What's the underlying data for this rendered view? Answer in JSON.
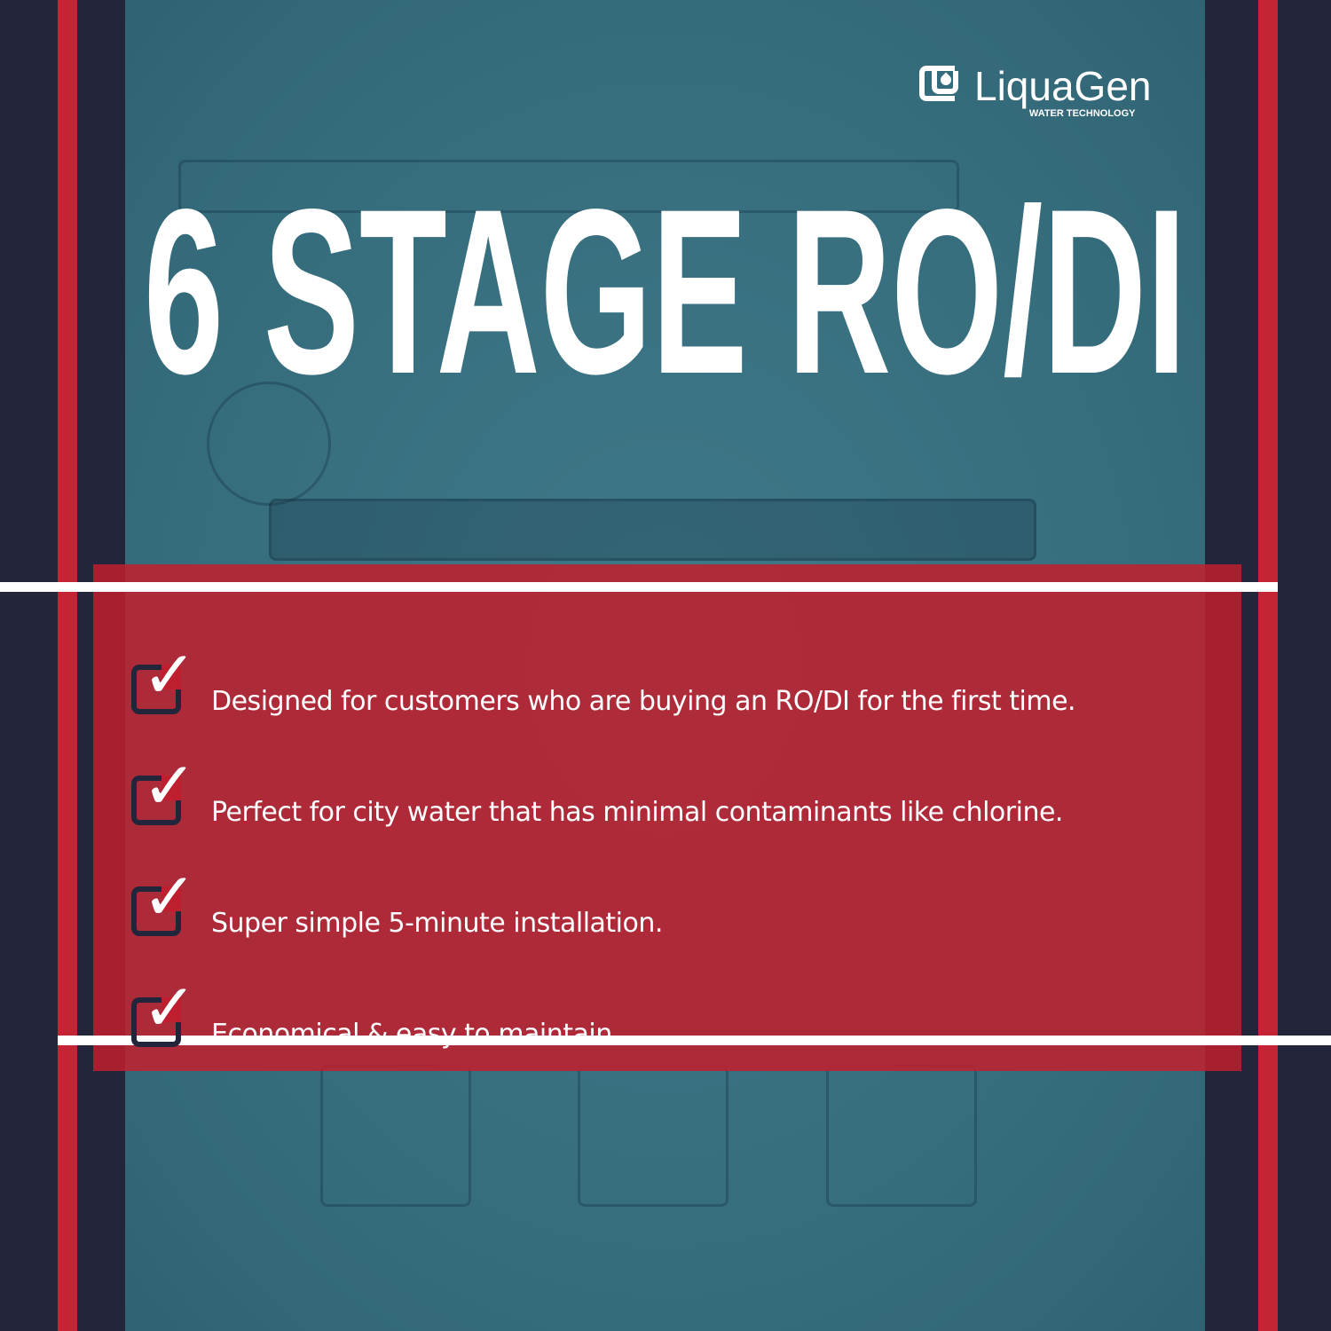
{
  "brand": {
    "name": "LiquaGen",
    "tagline": "WATER TECHNOLOGY"
  },
  "headline": "6 STAGE RO/DI",
  "features": [
    {
      "icon": "checkbox-checked-icon",
      "text": "Designed for customers who are buying an RO/DI for the first time."
    },
    {
      "icon": "checkbox-checked-icon",
      "text": "Perfect for city water that has minimal contaminants like chlorine."
    },
    {
      "icon": "checkbox-checked-icon",
      "text": "Super simple 5-minute installation."
    },
    {
      "icon": "checkbox-checked-icon",
      "text": "Economical & easy to maintain."
    }
  ],
  "colors": {
    "navy": "#23263a",
    "red": "#c42433",
    "teal": "#3a7484",
    "white": "#ffffff"
  }
}
